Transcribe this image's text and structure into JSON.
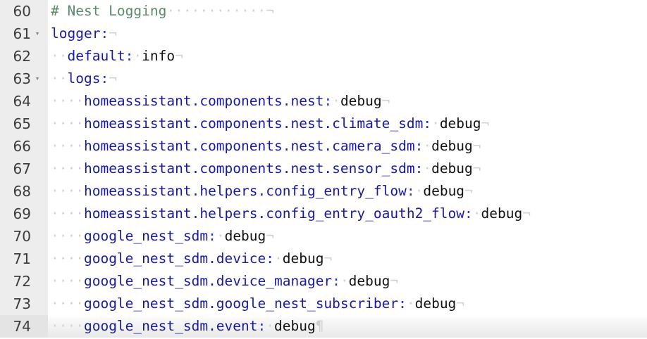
{
  "editor": {
    "kind": "code-editor",
    "language": "yaml",
    "filename_context": "Home Assistant configuration.yaml",
    "show_whitespace_markers": true,
    "whitespace_dot": "·",
    "line_end_marker": "¬",
    "paragraph_marker": "¶",
    "fold_marker": "▾",
    "active_line": 74,
    "colors": {
      "gutter_background": "#ededed",
      "editor_background": "#ffffff",
      "line_number": "#3c3c3c",
      "comment": "#5a8a6a",
      "key": "#1a1a9c",
      "punctuation": "#1a2fcf",
      "value": "#111111",
      "whitespace": "#d2d2d2",
      "active_line_highlight": "#e9e9e9"
    },
    "lines": [
      {
        "number": "60",
        "fold": "",
        "indent": "",
        "comment": "# Nest Logging",
        "key": "",
        "colon": "",
        "space": "",
        "value": "",
        "trailing": "············",
        "eol": "¬"
      },
      {
        "number": "61",
        "fold": "▾",
        "indent": "",
        "comment": "",
        "key": "logger",
        "colon": ":",
        "space": "",
        "value": "",
        "trailing": "",
        "eol": "¬"
      },
      {
        "number": "62",
        "fold": "",
        "indent": "··",
        "comment": "",
        "key": "default",
        "colon": ":",
        "space": "·",
        "value": "info",
        "trailing": "",
        "eol": "¬"
      },
      {
        "number": "63",
        "fold": "▾",
        "indent": "··",
        "comment": "",
        "key": "logs",
        "colon": ":",
        "space": "",
        "value": "",
        "trailing": "",
        "eol": "¬"
      },
      {
        "number": "64",
        "fold": "",
        "indent": "····",
        "comment": "",
        "key": "homeassistant.components.nest",
        "colon": ":",
        "space": "·",
        "value": "debug",
        "trailing": "",
        "eol": "¬"
      },
      {
        "number": "65",
        "fold": "",
        "indent": "····",
        "comment": "",
        "key": "homeassistant.components.nest.climate_sdm",
        "colon": ":",
        "space": "·",
        "value": "debug",
        "trailing": "",
        "eol": "¬"
      },
      {
        "number": "66",
        "fold": "",
        "indent": "····",
        "comment": "",
        "key": "homeassistant.components.nest.camera_sdm",
        "colon": ":",
        "space": "·",
        "value": "debug",
        "trailing": "",
        "eol": "¬"
      },
      {
        "number": "67",
        "fold": "",
        "indent": "····",
        "comment": "",
        "key": "homeassistant.components.nest.sensor_sdm",
        "colon": ":",
        "space": "·",
        "value": "debug",
        "trailing": "",
        "eol": "¬"
      },
      {
        "number": "68",
        "fold": "",
        "indent": "····",
        "comment": "",
        "key": "homeassistant.helpers.config_entry_flow",
        "colon": ":",
        "space": "·",
        "value": "debug",
        "trailing": "",
        "eol": "¬"
      },
      {
        "number": "69",
        "fold": "",
        "indent": "····",
        "comment": "",
        "key": "homeassistant.helpers.config_entry_oauth2_flow",
        "colon": ":",
        "space": "·",
        "value": "debug",
        "trailing": "",
        "eol": "¬"
      },
      {
        "number": "70",
        "fold": "",
        "indent": "····",
        "comment": "",
        "key": "google_nest_sdm",
        "colon": ":",
        "space": "·",
        "value": "debug",
        "trailing": "",
        "eol": "¬"
      },
      {
        "number": "71",
        "fold": "",
        "indent": "····",
        "comment": "",
        "key": "google_nest_sdm.device",
        "colon": ":",
        "space": "·",
        "value": "debug",
        "trailing": "",
        "eol": "¬"
      },
      {
        "number": "72",
        "fold": "",
        "indent": "····",
        "comment": "",
        "key": "google_nest_sdm.device_manager",
        "colon": ":",
        "space": "·",
        "value": "debug",
        "trailing": "",
        "eol": "¬"
      },
      {
        "number": "73",
        "fold": "",
        "indent": "····",
        "comment": "",
        "key": "google_nest_sdm.google_nest_subscriber",
        "colon": ":",
        "space": "·",
        "value": "debug",
        "trailing": "",
        "eol": "¬"
      },
      {
        "number": "74",
        "fold": "",
        "indent": "····",
        "comment": "",
        "key": "google_nest_sdm.event",
        "colon": ":",
        "space": "·",
        "value": "debug",
        "trailing": "",
        "eol": "¶"
      }
    ]
  }
}
